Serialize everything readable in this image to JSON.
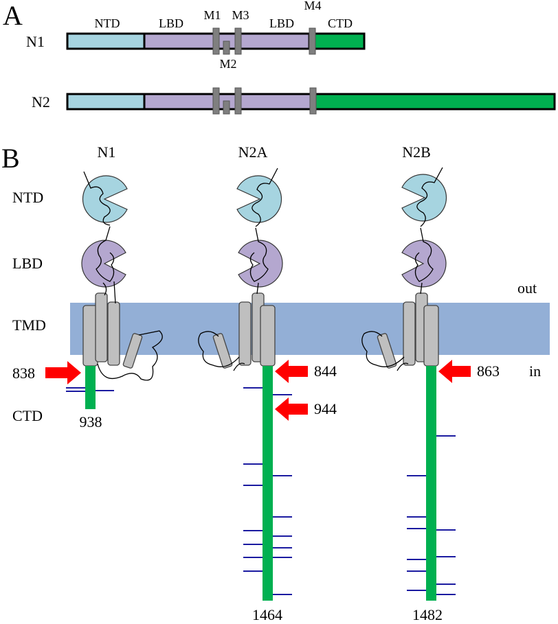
{
  "panel_a": {
    "label": "A",
    "rows": [
      {
        "name": "N1",
        "sublabels": {
          "ntd": "NTD",
          "lbd1": "LBD",
          "m1": "M1",
          "m3": "M3",
          "lbd2": "LBD",
          "m4": "M4",
          "ctd": "CTD",
          "m2": "M2"
        }
      },
      {
        "name": "N2"
      }
    ]
  },
  "panel_b": {
    "label": "B",
    "row_labels": {
      "ntd": "NTD",
      "lbd": "LBD",
      "tmd": "TMD",
      "ctd": "CTD"
    },
    "side_labels": {
      "out": "out",
      "in": "in"
    },
    "subunits": [
      {
        "name": "N1",
        "arrows": [
          "838"
        ],
        "end": "938"
      },
      {
        "name": "N2A",
        "arrows": [
          "844",
          "944"
        ],
        "end": "1464"
      },
      {
        "name": "N2B",
        "arrows": [
          "863"
        ],
        "end": "1482"
      }
    ]
  },
  "colors": {
    "ntd": "#a6d4e0",
    "lbd": "#b4a7cf",
    "ctd": "#00b050",
    "tm_segment": "#7f7f7f",
    "membrane": "#93afd6",
    "helix": "#bfbfbf",
    "arrow": "#ff0000",
    "tick": "#1a1aa0"
  }
}
